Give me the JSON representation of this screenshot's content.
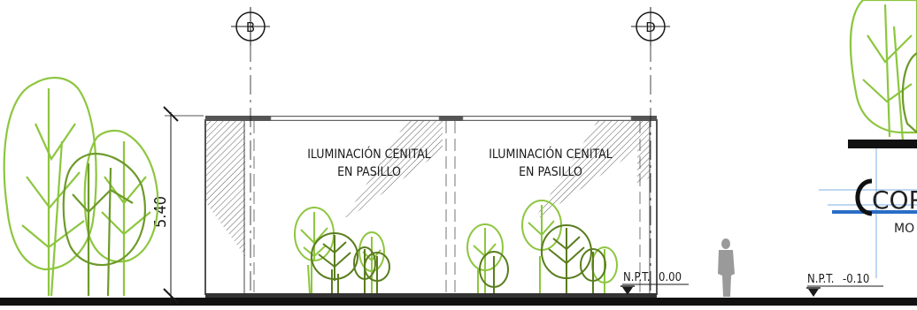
{
  "axes": [
    {
      "letter": "B"
    },
    {
      "letter": "D"
    }
  ],
  "dimension": {
    "value": "5.40"
  },
  "notes": [
    {
      "line1": "ILUMINACIÓN CENITAL",
      "line2": "EN PASILLO"
    },
    {
      "line1": "ILUMINACIÓN CENITAL",
      "line2": "EN PASILLO"
    }
  ],
  "levels": [
    {
      "label": "N.P.T.",
      "value": "0.00"
    },
    {
      "label": "N.P.T.",
      "value": "-0.10"
    }
  ],
  "logo": {
    "text_top": "COR",
    "text_bottom": "MO"
  },
  "colors": {
    "line": "#1a1a1a",
    "tree_light": "#8dc63f",
    "tree_dark": "#5a7d1e",
    "person": "#9a9a9a",
    "logo_blue": "#2a6ec6",
    "logo_light_blue": "#7fb2e5"
  }
}
